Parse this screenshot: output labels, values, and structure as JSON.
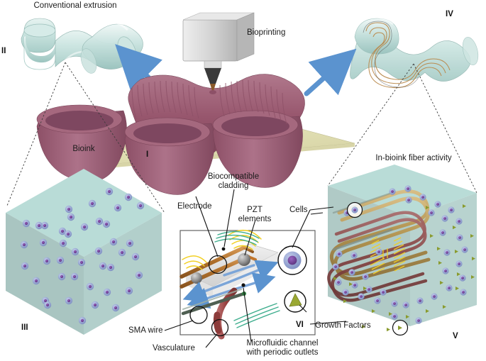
{
  "figure": {
    "type": "scientific-schematic",
    "description": "Bioprinting of acoustically-active fiber-laden bioink construct"
  },
  "titles": {
    "conventional_extrusion": "Conventional extrusion",
    "bioprinting": "Bioprinting",
    "bioink": "Bioink",
    "in_bioink_fiber_activity": "In-bioink fiber activity"
  },
  "roman_numerals": {
    "i": "I",
    "ii": "II",
    "iii": "III",
    "iv": "IV",
    "v": "V",
    "vi": "VI"
  },
  "callouts": {
    "electrode": "Electrode",
    "biocompatible_cladding": "Biocompatible\ncladding",
    "pzt_elements": "PZT\nelements",
    "cells": "Cells",
    "sma_wire": "SMA wire",
    "vasculature": "Vasculature",
    "microfluidic_channel": "Microfluidic channel\nwith periodic outlets",
    "growth_factors": "Growth Factors"
  },
  "colors": {
    "arrow_blue": "#4a90d2",
    "bioink_top": "#b9dcd7",
    "bioink_left": "#a9c5c1",
    "bioink_right": "#b2cfcb",
    "construct_magenta": "#9e5f74",
    "platform_tan": "#e3e0b8",
    "printhead_grey": "#cfcfcf",
    "cell_body": "#9aa9d4",
    "cell_nucleus": "#6e4a93",
    "growth_factor": "#8a9b2e",
    "electrode_copper": "#b5712e",
    "pzt_sphere": "#8f8f8f",
    "vasculature_red": "#9e4a4a",
    "wave_yellow": "#f2d024",
    "wave_green": "#3fae8e",
    "fiber_tan": "#b99a5e",
    "panel_border": "#555555"
  }
}
